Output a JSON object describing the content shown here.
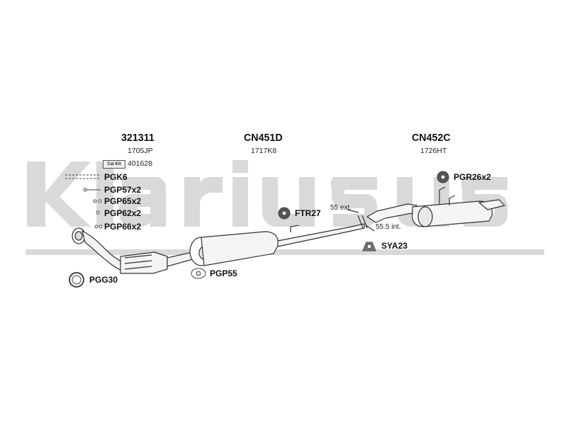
{
  "watermark": {
    "text": "klarius",
    "color": "#d9d9d9"
  },
  "sections": [
    {
      "part": "321311",
      "sub": "1705JP"
    },
    {
      "part": "CN451D",
      "sub": "1717K8"
    },
    {
      "part": "CN452C",
      "sub": "1726HT"
    }
  ],
  "catkit": {
    "badge": "Cat Kit",
    "number": "401628"
  },
  "fittings": {
    "pgk6": "PGK6",
    "pgp57": "PGP57x2",
    "pgp65": "PGP65x2",
    "pgp62": "PGP62x2",
    "pgp66": "PGP66x2",
    "pgg30": "PGG30",
    "pgp55": "PGP55",
    "ftr27": "FTR27",
    "pgr26": "PGR26x2",
    "sya23": "SYA23"
  },
  "dimensions": {
    "ext": "55 ext.",
    "int": "55.5 int."
  },
  "colors": {
    "line": "#333333",
    "fill": "#f4f4f4",
    "dark": "#666666"
  }
}
